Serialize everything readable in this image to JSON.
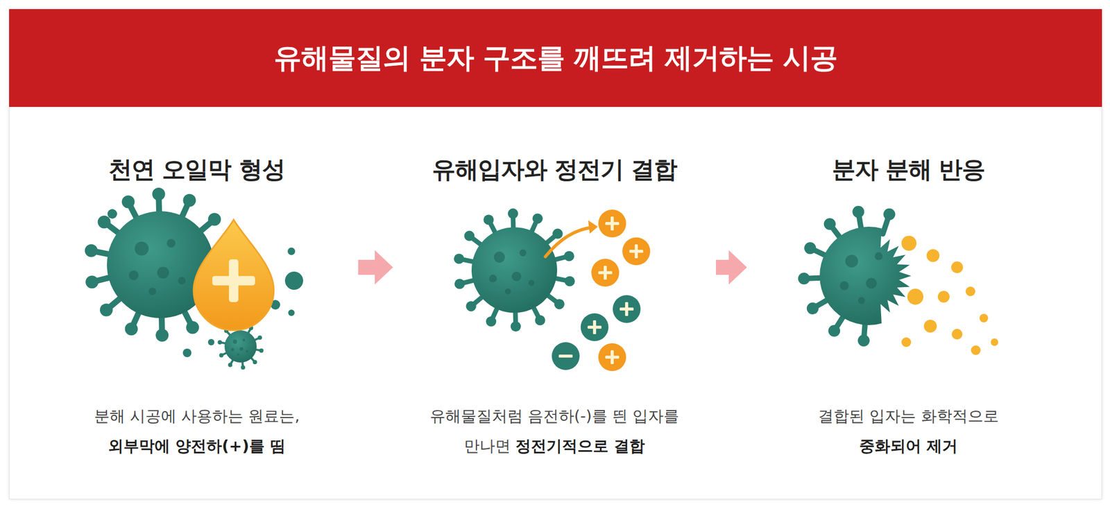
{
  "diagram": {
    "title": "유해물질의 분자 구조를 깨뜨려 제거하는 시공",
    "nodes": [
      {
        "text": [
          "천연 오일막 형성",
          "분해 시공에 사용하는 원료는,",
          "외부막에 양전하(+)를 띰"
        ]
      },
      {
        "text": [
          "유해입자와 정전기 결합",
          "유해물질처럼 음전하(-)를 띈 입자를 만나면",
          "정전기적으로 결합"
        ]
      },
      {
        "text": [
          "분자 분해 반응",
          "결합된 입자는 화학적으로",
          "중화되어 제거"
        ]
      }
    ],
    "edges": [
      {
        "from": 0,
        "to": 1,
        "arrow": "to"
      },
      {
        "from": 1,
        "to": 2,
        "arrow": "to"
      }
    ]
  }
}
